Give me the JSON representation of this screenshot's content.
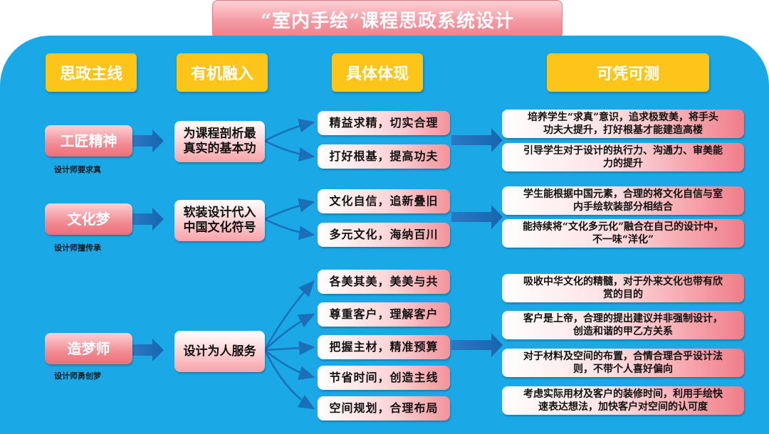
{
  "title": "“室内手绘”课程思政系统设计",
  "headers": {
    "line": "思政主线",
    "integrate": "有机融入",
    "embody": "具体体现",
    "measure": "可凭可测"
  },
  "rows": [
    {
      "theme": "工匠精神",
      "sub": "设计师要求真",
      "integration": "为课程剖析最\n真实的基本功",
      "specifics": [
        "精益求精，切实合理",
        "打好根基，提高功夫"
      ],
      "results": [
        "培养学生“求真”意识，追求极致美，将手头\n功夫大提升，打好根基才能建造高楼",
        "引导学生对于设计的执行力、沟通力、审美能\n力的提升"
      ]
    },
    {
      "theme": "文化梦",
      "sub": "设计师擅传承",
      "integration": "软装设计代入\n中国文化符号",
      "specifics": [
        "文化自信，追新叠旧",
        "多元文化，海纳百川"
      ],
      "results": [
        "学生能根据中国元素，合理的将文化自信与室\n内手绘软装部分相结合",
        "能持续将“文化多元化”融合在自己的设计中，\n不一味“洋化”"
      ]
    },
    {
      "theme": "造梦师",
      "sub": "设计师勇创梦",
      "integration": "设计为人服务",
      "specifics": [
        "各美其美，美美与共",
        "尊重客户，理解客户",
        "把握主材，精准预算",
        "节省时间，创造主线",
        "空间规划，合理布局"
      ],
      "results": [
        "吸收中华文化的精髓，对于外来文化也带有欣\n赏的目的",
        "客户是上帝，合理的提出建议并非强制设计，\n创造和谐的甲乙方关系",
        "对于材料及空间的布置，合情合理合乎设计法\n则，不带个人喜好偏向",
        "考虑实际用材及客户的装修时间，利用手绘快\n速表达想法，加快客户对空间的认可度"
      ]
    }
  ]
}
